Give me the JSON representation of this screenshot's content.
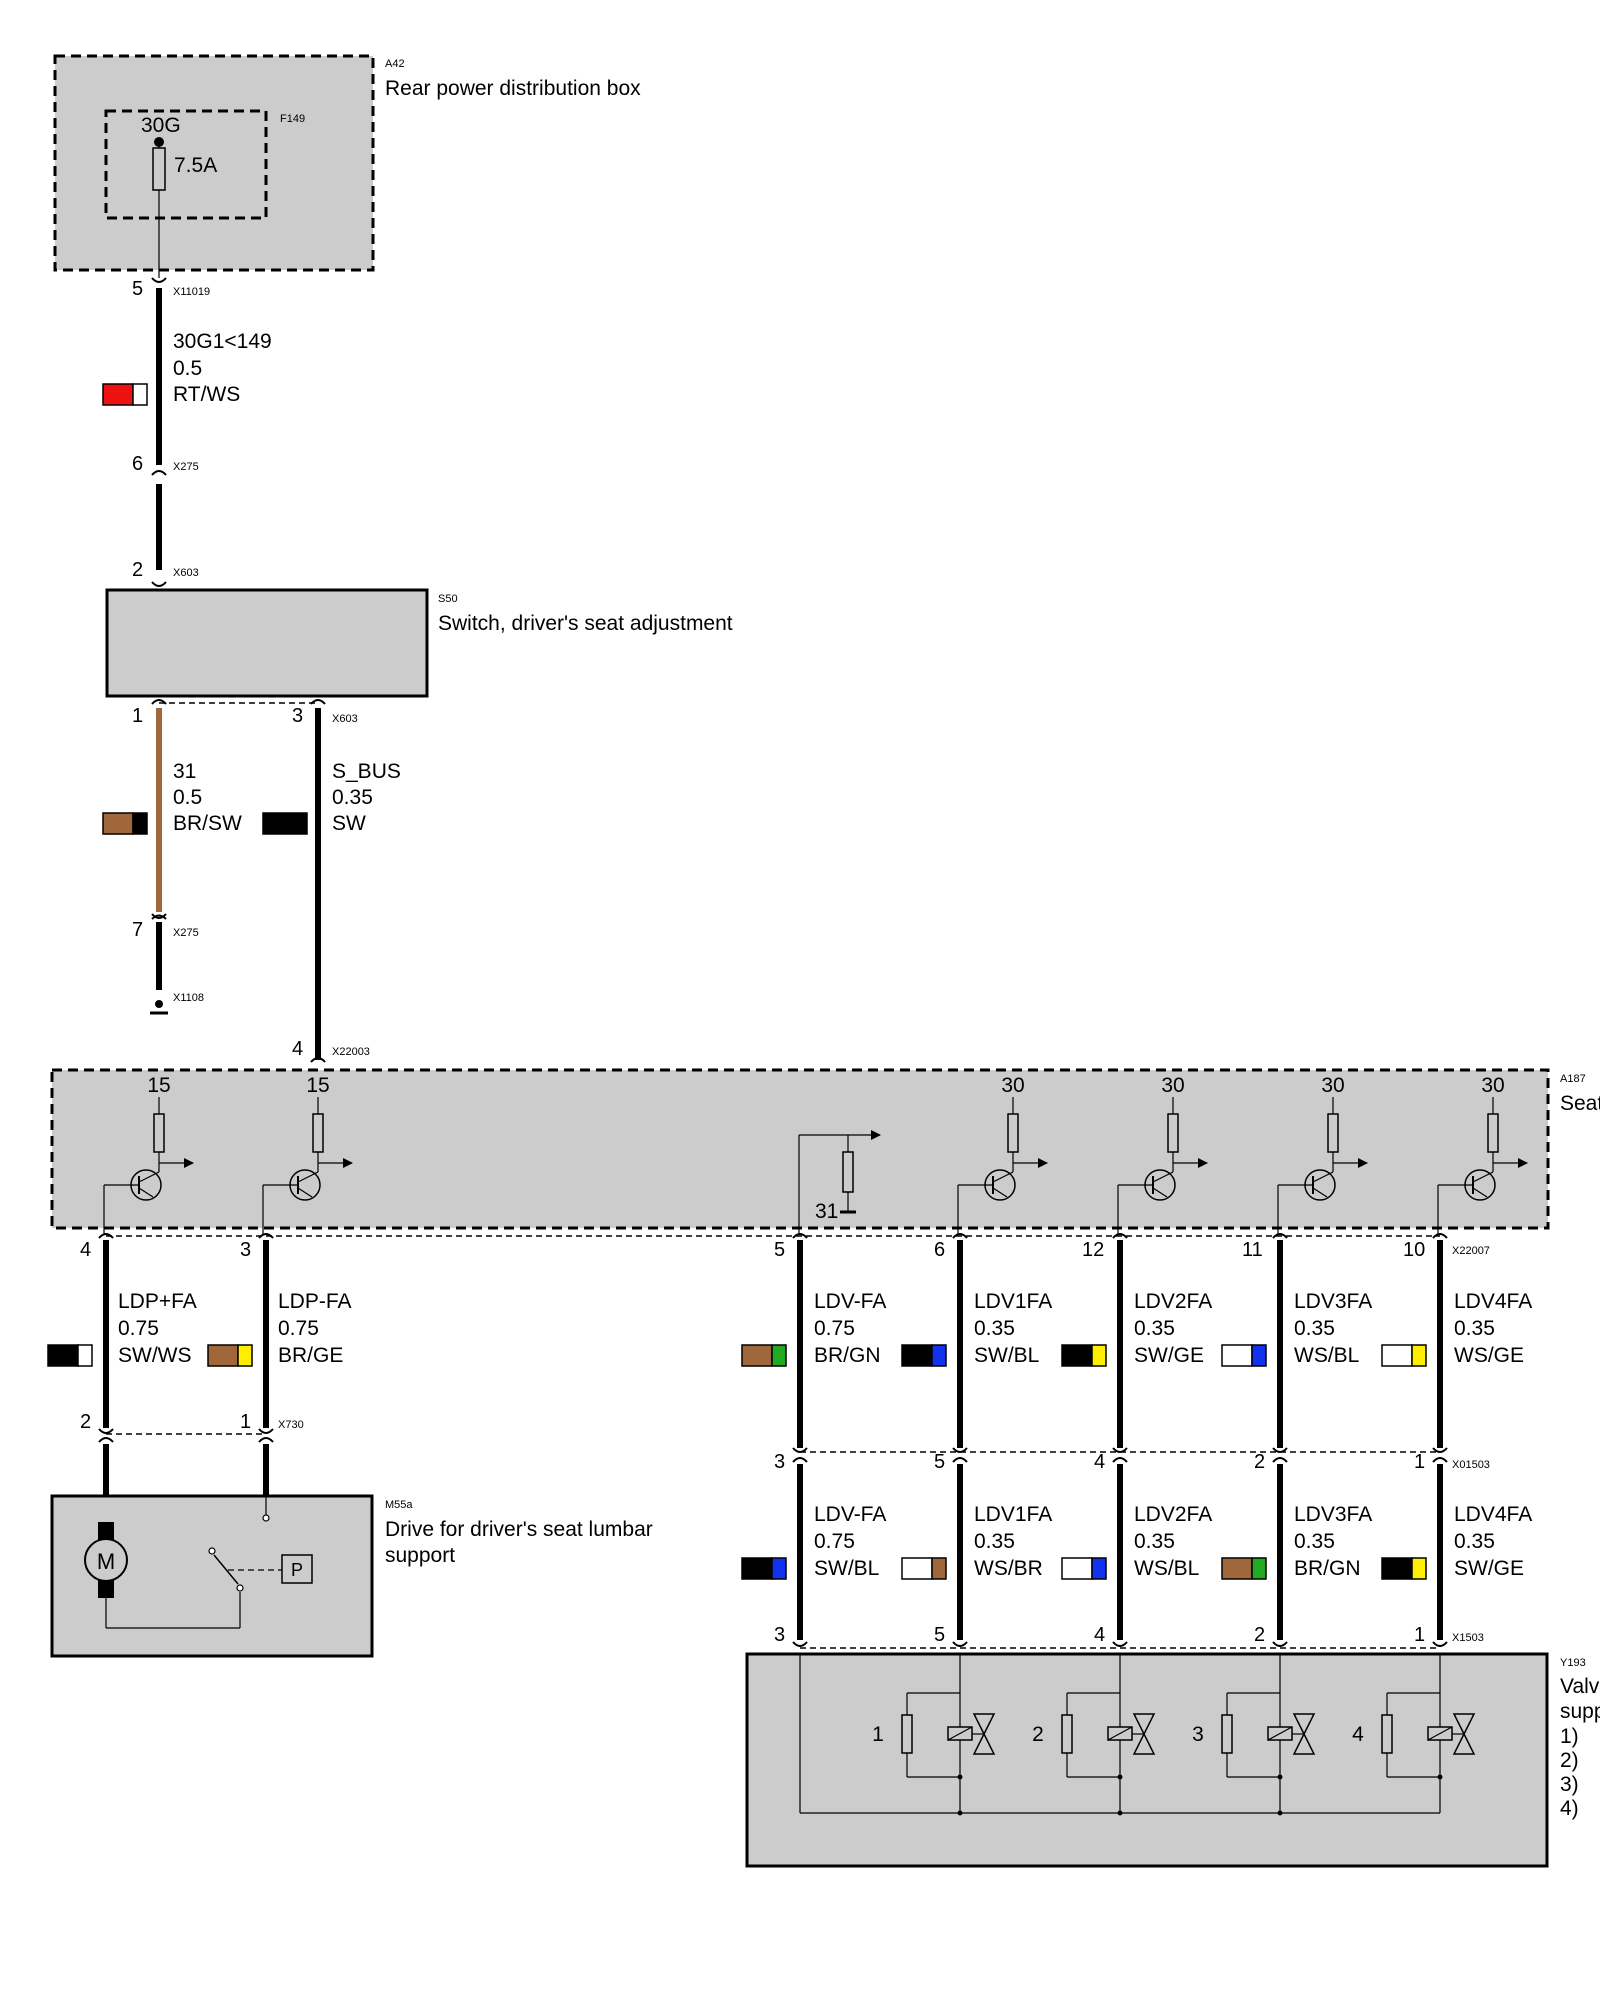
{
  "components": {
    "a42": {
      "id": "A42",
      "name": "Rear power distribution box"
    },
    "f149": {
      "id": "F149",
      "terminal": "30G",
      "rating": "7.5A"
    },
    "s50": {
      "id": "S50",
      "name": "Switch, driver's seat adjustment"
    },
    "a187": {
      "id": "A187",
      "name_visible": "Seat",
      "transistor_terminals": [
        "15",
        "15",
        "30",
        "30",
        "30",
        "30"
      ],
      "ground_terminal": "31"
    },
    "m55a": {
      "id": "M55a",
      "name_line1": "Drive for driver's seat lumbar",
      "name_line2": "support",
      "pressure_symbol": "P"
    },
    "y193": {
      "id": "Y193",
      "name_visible_1": "Valv",
      "name_visible_2": "supp",
      "list_items": [
        "1)",
        "2)",
        "3)",
        "4)"
      ],
      "valve_numbers": [
        "1",
        "2",
        "3",
        "4"
      ]
    }
  },
  "connectors": {
    "x11019": "X11019",
    "x275_a": "X275",
    "x603_top": "X603",
    "x603_bottom": "X603",
    "x275_b": "X275",
    "x1108": "X1108",
    "x22003": "X22003",
    "x22007": "X22007",
    "x730": "X730",
    "x01503": "X01503",
    "x1503": "X1503"
  },
  "pins": {
    "x11019": "5",
    "x275_a": "6",
    "x603_top": "2",
    "x603_b1": "1",
    "x603_b3": "3",
    "x275_b": "7",
    "x22003": "4",
    "x22007": [
      "4",
      "3",
      "5",
      "6",
      "12",
      "11",
      "10"
    ],
    "x730": [
      "2",
      "1"
    ],
    "x01503": [
      "3",
      "5",
      "4",
      "2",
      "1"
    ],
    "x1503": [
      "3",
      "5",
      "4",
      "2",
      "1"
    ]
  },
  "wires": {
    "w1": {
      "name": "30G1<149",
      "size": "0.5",
      "color": "RT/WS",
      "swatch": [
        "#ee1111",
        "#ffffff"
      ]
    },
    "w2": {
      "name": "31",
      "size": "0.5",
      "color": "BR/SW",
      "swatch": [
        "#a0673a",
        "#000000"
      ]
    },
    "w3": {
      "name": "S_BUS",
      "size": "0.35",
      "color": "SW",
      "swatch": [
        "#000000",
        "#000000"
      ]
    },
    "w4": {
      "name": "LDP+FA",
      "size": "0.75",
      "color": "SW/WS",
      "swatch": [
        "#000000",
        "#ffffff"
      ]
    },
    "w5": {
      "name": "LDP-FA",
      "size": "0.75",
      "color": "BR/GE",
      "swatch": [
        "#a0673a",
        "#ffee00"
      ]
    },
    "w6": {
      "name": "LDV-FA",
      "size": "0.75",
      "color": "BR/GN",
      "swatch": [
        "#a0673a",
        "#22aa22"
      ]
    },
    "w7": {
      "name": "LDV1FA",
      "size": "0.35",
      "color": "SW/BL",
      "swatch": [
        "#000000",
        "#1133ee"
      ]
    },
    "w8": {
      "name": "LDV2FA",
      "size": "0.35",
      "color": "SW/GE",
      "swatch": [
        "#000000",
        "#ffee00"
      ]
    },
    "w9": {
      "name": "LDV3FA",
      "size": "0.35",
      "color": "WS/BL",
      "swatch": [
        "#ffffff",
        "#1133ee"
      ]
    },
    "w10": {
      "name": "LDV4FA",
      "size": "0.35",
      "color": "WS/GE",
      "swatch": [
        "#ffffff",
        "#ffee00"
      ]
    },
    "w11": {
      "name": "LDV-FA",
      "size": "0.75",
      "color": "SW/BL",
      "swatch": [
        "#000000",
        "#1133ee"
      ]
    },
    "w12": {
      "name": "LDV1FA",
      "size": "0.35",
      "color": "WS/BR",
      "swatch": [
        "#ffffff",
        "#a0673a"
      ]
    },
    "w13": {
      "name": "LDV2FA",
      "size": "0.35",
      "color": "WS/BL",
      "swatch": [
        "#ffffff",
        "#1133ee"
      ]
    },
    "w14": {
      "name": "LDV3FA",
      "size": "0.35",
      "color": "BR/GN",
      "swatch": [
        "#a0673a",
        "#22aa22"
      ]
    },
    "w15": {
      "name": "LDV4FA",
      "size": "0.35",
      "color": "SW/GE",
      "swatch": [
        "#000000",
        "#ffee00"
      ]
    }
  },
  "colors": {
    "module_fill": "#cccccc",
    "wire": "#000000",
    "brown_wire": "#a0673a"
  }
}
